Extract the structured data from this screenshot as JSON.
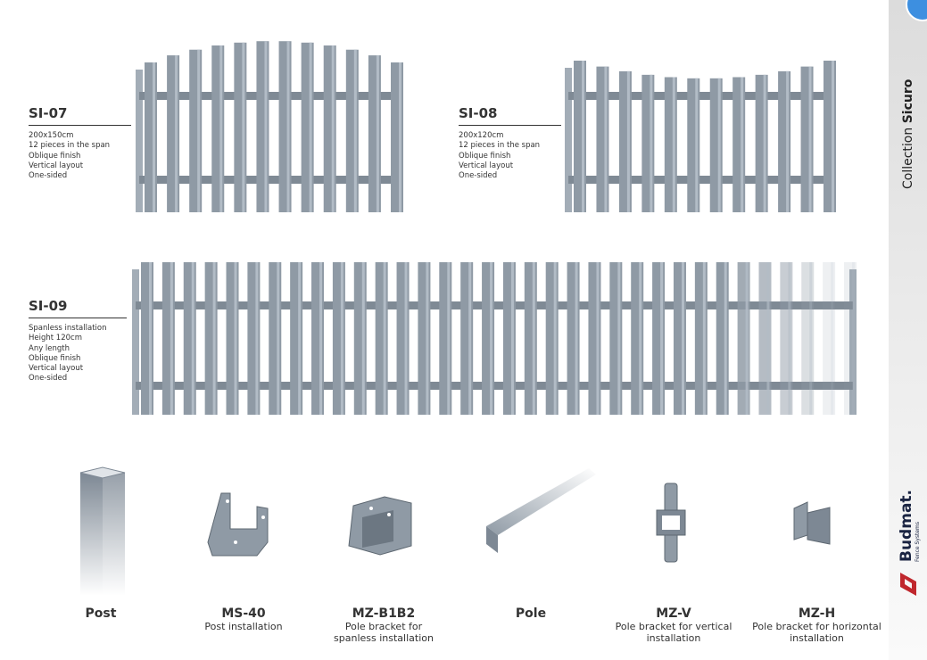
{
  "products": [
    {
      "code": "SI-07",
      "specs": [
        "200x150cm",
        "12 pieces in the span",
        "Oblique finish",
        "Vertical layout",
        "One-sided"
      ]
    },
    {
      "code": "SI-08",
      "specs": [
        "200x120cm",
        "12 pieces in the span",
        "Oblique finish",
        "Vertical layout",
        "One-sided"
      ]
    },
    {
      "code": "SI-09",
      "specs": [
        "Spanless installation",
        "Height 120cm",
        "Any length",
        "Oblique finish",
        "Vertical layout",
        "One-sided"
      ]
    }
  ],
  "accessories": [
    {
      "name": "Post",
      "desc": ""
    },
    {
      "name": "MS-40",
      "desc": "Post installation"
    },
    {
      "name": "MZ-B1B2",
      "desc": "Pole bracket for spanless installation"
    },
    {
      "name": "Pole",
      "desc": ""
    },
    {
      "name": "MZ-V",
      "desc": "Pole bracket for vertical installation"
    },
    {
      "name": "MZ-H",
      "desc": "Pole bracket for horizontal installation"
    }
  ],
  "sidebar": {
    "collection": "Collection",
    "collection_name": "Sicuro",
    "brand": "Budmat.",
    "brand_sub": "Fence Systems"
  },
  "colors": {
    "metal": "#8f9aa5",
    "brand_red": "#c0272d",
    "brand_navy": "#1a2442"
  }
}
